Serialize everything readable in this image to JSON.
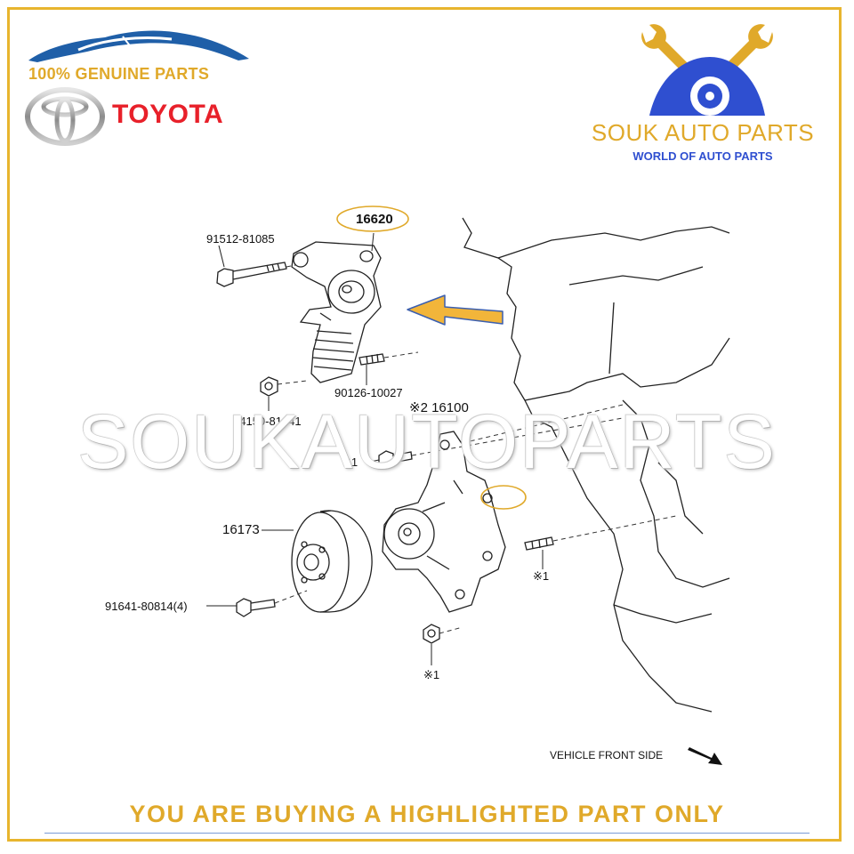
{
  "branding": {
    "genuine_text": "100% GENUINE PARTS",
    "toyota_text": "TOYOTA",
    "shop_name": "SOUK AUTO PARTS",
    "shop_tagline": "WORLD OF AUTO PARTS",
    "watermark": "SOUKAUTOPARTS"
  },
  "labels": {
    "bolt_top": "91512-81085",
    "tensioner": "16620",
    "stud": "90126-10027",
    "nut_left": "94150-81041",
    "pump_ref": "※2 16100",
    "bolt_mid_ref": "※1",
    "pulley": "16173",
    "pulley_bolt": "91641-80814(4)",
    "stud_right_ref": "※1",
    "nut_bottom_ref": "※1",
    "vehicle_front": "VEHICLE FRONT SIDE"
  },
  "footer": {
    "notice": "YOU ARE BUYING A HIGHLIGHTED PART ONLY"
  },
  "colors": {
    "gold": "#e0a92a",
    "red": "#e8202a",
    "blue": "#2f4fd0",
    "highlight_arrow": "#f2b53a"
  }
}
